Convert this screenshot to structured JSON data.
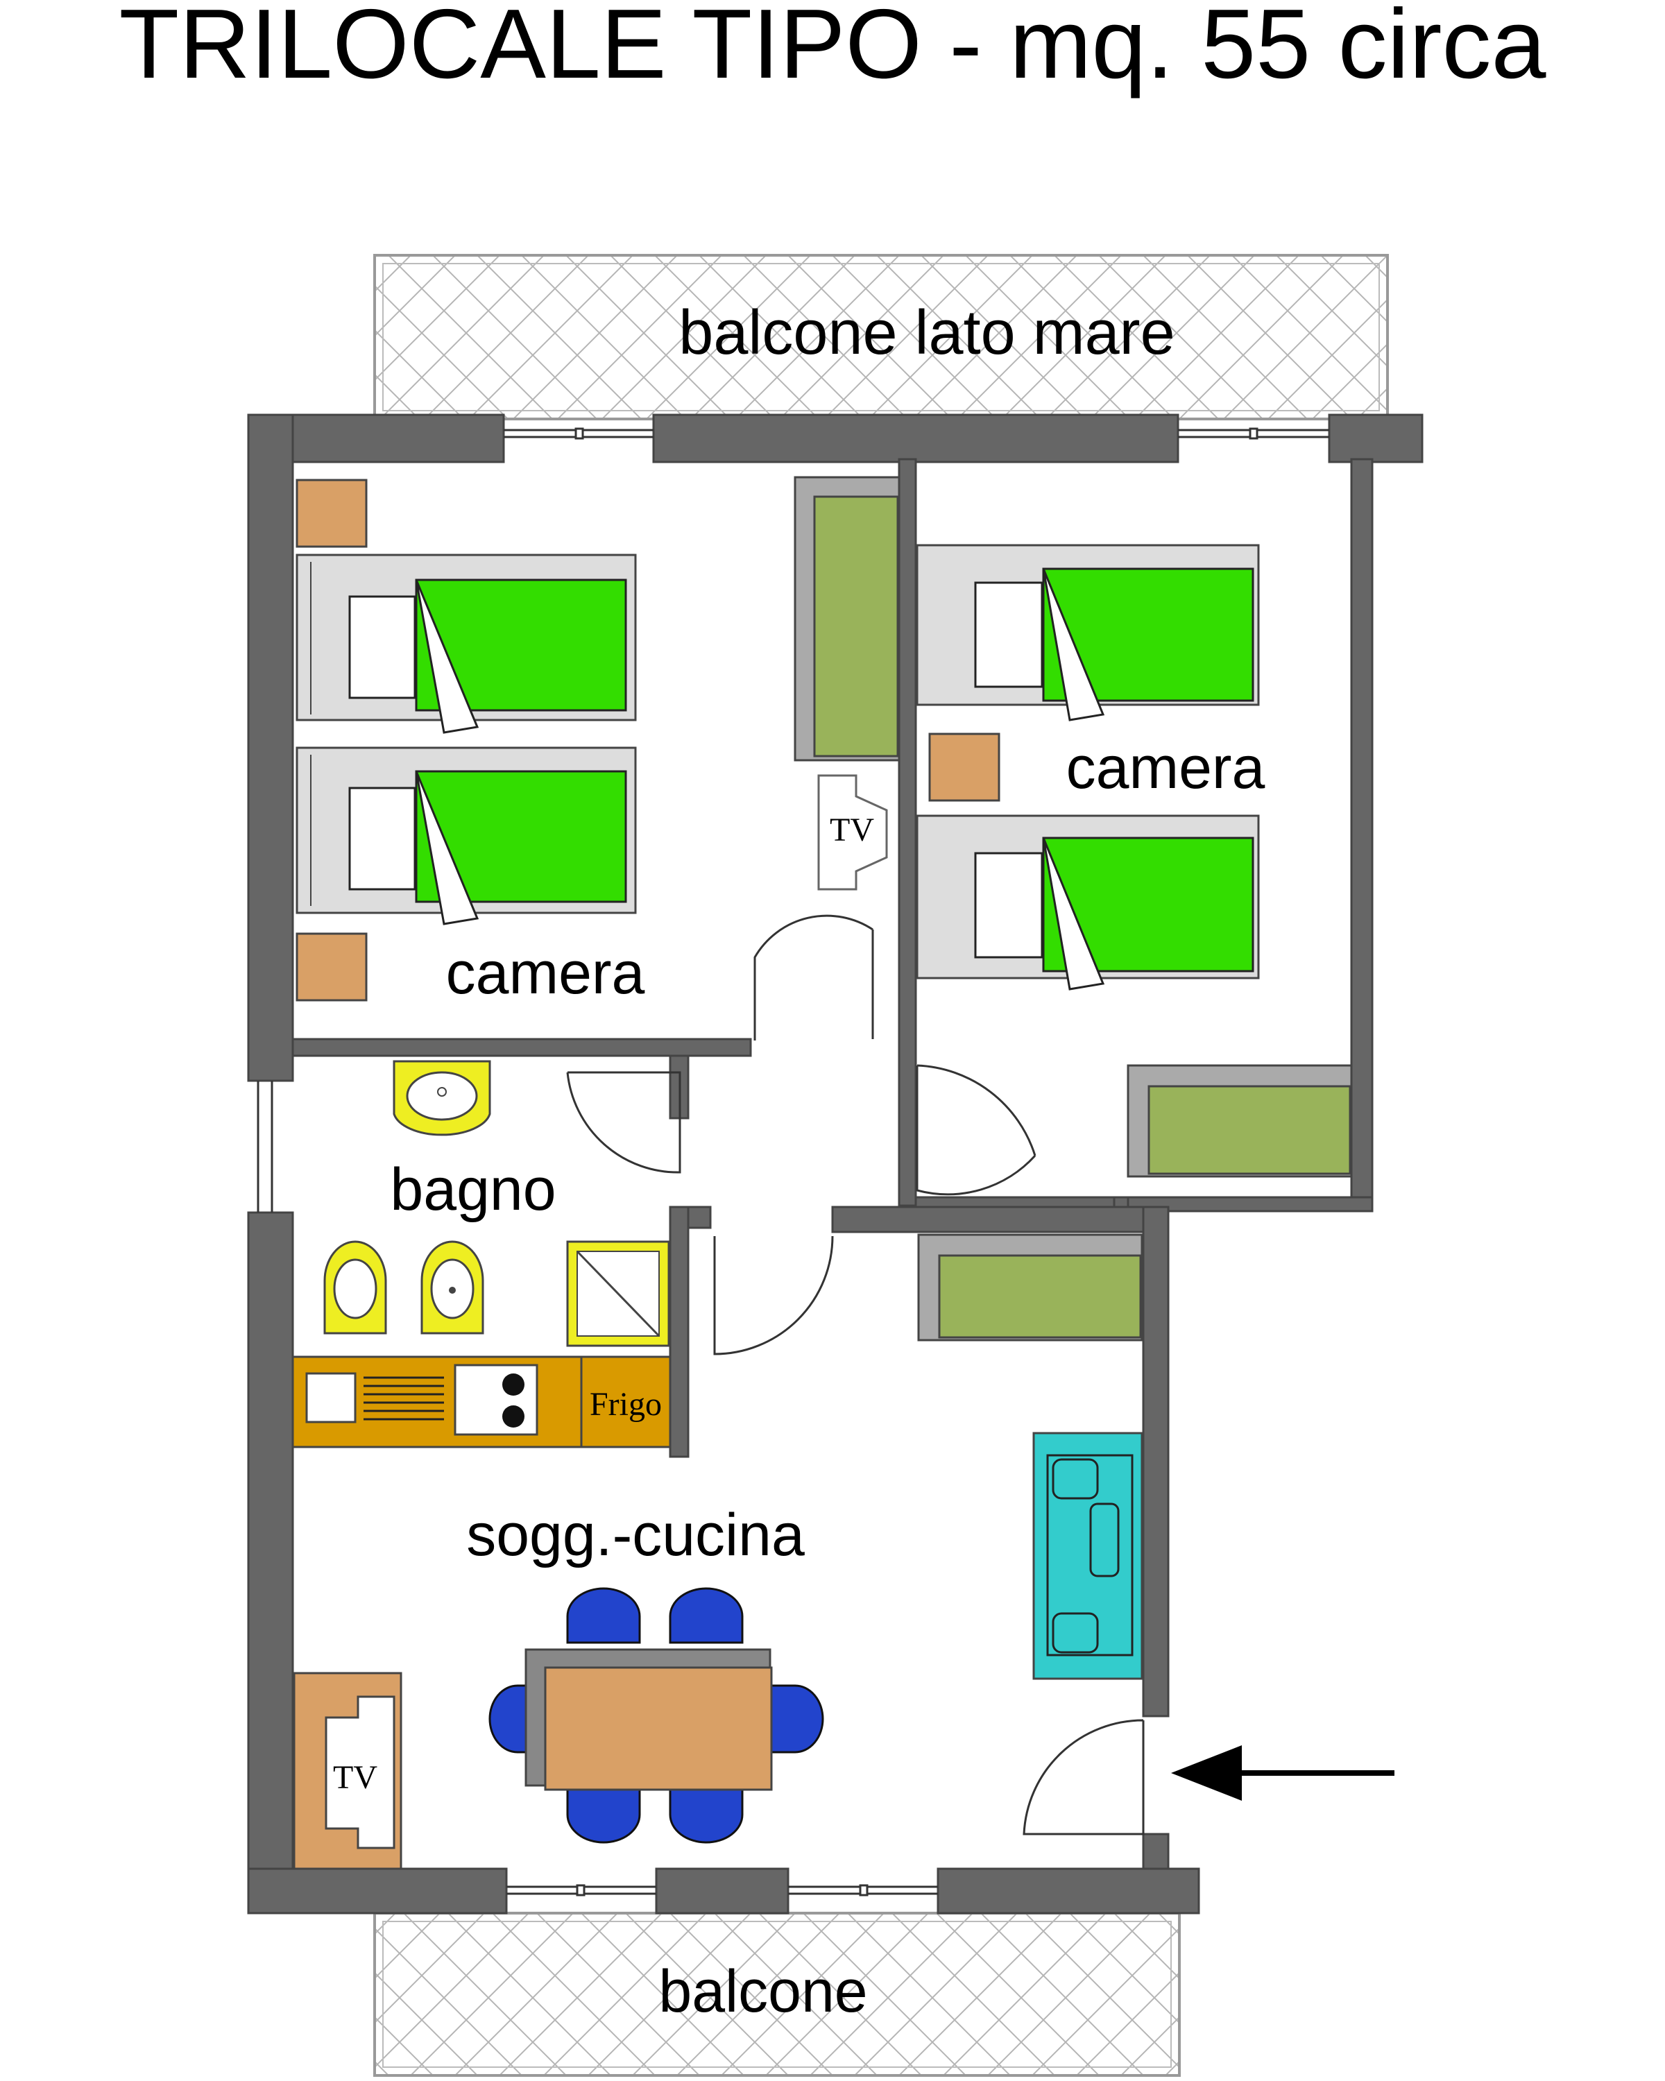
{
  "title": "TRILOCALE TIPO - mq. 55 circa",
  "rooms": {
    "balcony_sea": "balcone lato mare",
    "bedroom_left": "camera",
    "bedroom_right": "camera",
    "bathroom": "bagno",
    "living_kitchen": "sogg.-cucina",
    "balcony_bottom": "balcone"
  },
  "fixtures": {
    "tv_bedroom": "TV",
    "tv_living": "TV",
    "fridge": "Frigo"
  },
  "colors": {
    "wall": "#666666",
    "bed_sheet": "#33dd00",
    "wardrobe": "#99b35a",
    "nightstand": "#d9a066",
    "sanitary": "#eeee22",
    "kitchen_counter": "#d99a00",
    "sofa": "#33cccc",
    "table": "#d9a066",
    "chair": "#2244cc"
  },
  "icons": {
    "entrance": "entrance-arrow-icon"
  }
}
